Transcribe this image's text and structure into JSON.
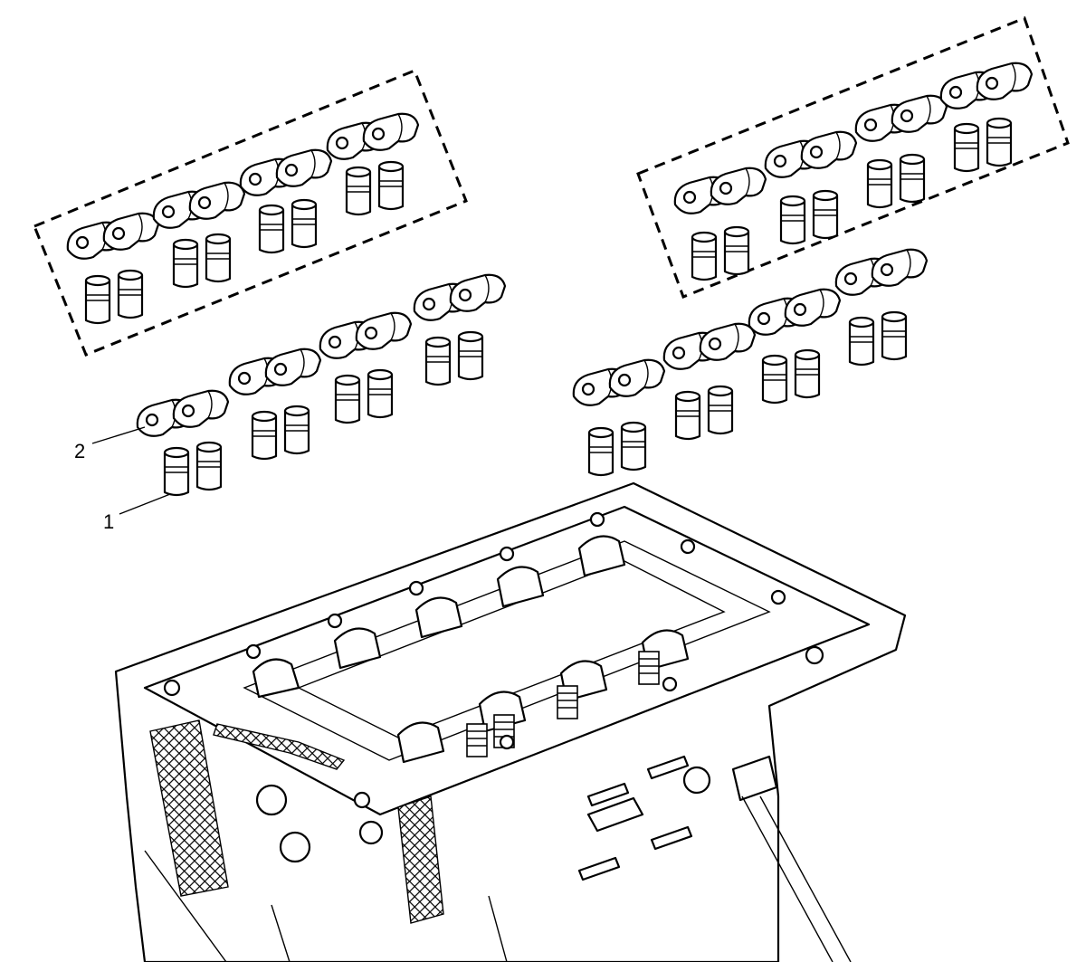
{
  "callouts": [
    {
      "label": "1",
      "part": "valve-lifter"
    },
    {
      "label": "2",
      "part": "rocker-arm"
    }
  ],
  "colors": {
    "line": "#000000",
    "background": "#ffffff"
  }
}
